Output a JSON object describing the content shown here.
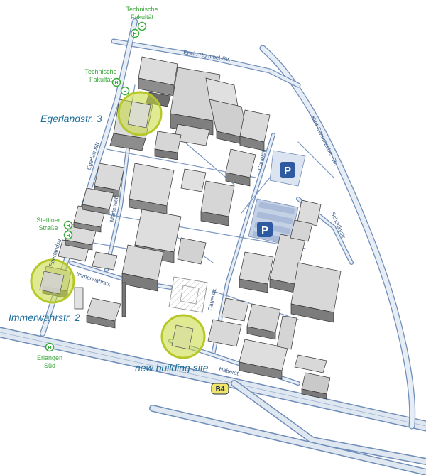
{
  "colors": {
    "road": "#d7e2ef",
    "road_edge": "#6f8db8",
    "building_top": "#dedede",
    "building_side": "#8f8f8f",
    "building_dark": "#5a5a5a",
    "highlight": "#c7d93a",
    "parking": "#2d5aa0",
    "stop": "#3aa83a"
  },
  "streets": {
    "erwin_rommel": "Erwin-Rommel-Str.",
    "kurt_schumacher": "Kurt-Schumacher-Str.",
    "cauerstr_upper": "Cauerstr.",
    "cauerstr_lower": "Cauerstr.",
    "egerlandstr_upper": "Egerlandstr.",
    "egerlandstr_lower": "Egerlandstr.",
    "martensstr": "Martensstr.",
    "immerwahrstr": "Immerwahrstr.",
    "schottkystr": "Schottkystr.",
    "haberstr": "Haberstr."
  },
  "bus_stops": [
    {
      "line1": "Technische",
      "line2": "Fakultät",
      "symbol": "H"
    },
    {
      "line1": "Technische",
      "line2": "Fakultät",
      "symbol": "H"
    },
    {
      "line1": "Stettiner",
      "line2": "Straße",
      "symbol": "H"
    },
    {
      "line1": "Erlangen",
      "line2": "Süd",
      "symbol": "H"
    }
  ],
  "sites": {
    "egerland": "Egerlandstr. 3",
    "immerwahr": "Immerwahrstr. 2",
    "new_building": "new building site"
  },
  "parking_symbol": "P",
  "road_badge": "B4"
}
